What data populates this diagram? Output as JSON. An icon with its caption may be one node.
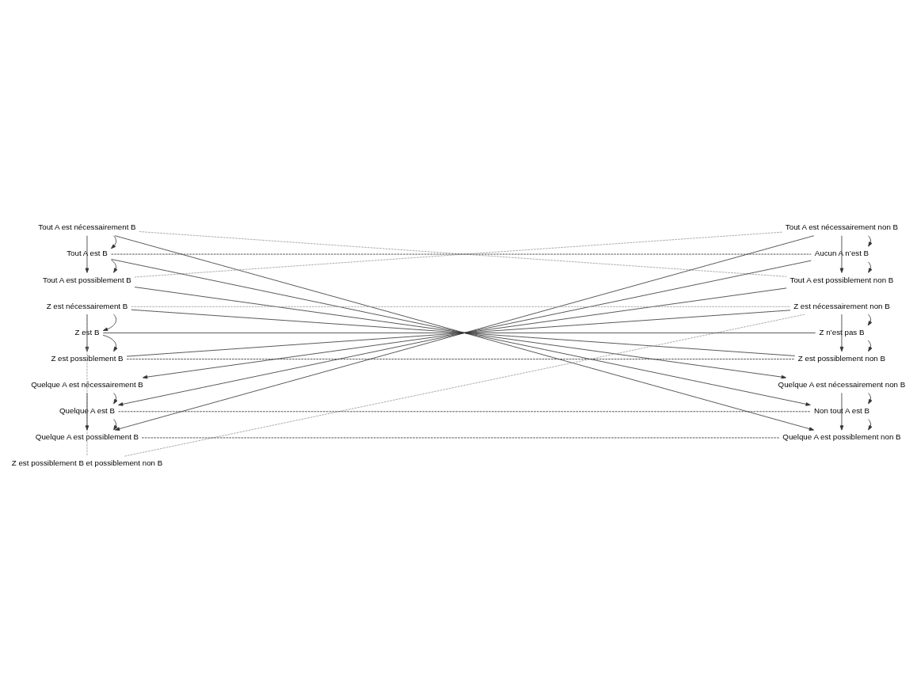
{
  "diagram": {
    "nodes": [
      {
        "text": [
          "Tout A est nécessairement B"
        ]
      },
      {
        "text": [
          "Tout A est nécessairement non B"
        ]
      },
      {
        "text": [
          "Tout A est B"
        ]
      },
      {
        "text": [
          "Aucun A n’est B"
        ]
      },
      {
        "text": [
          "Tout A est possiblement B"
        ]
      },
      {
        "text": [
          "Tout A est possiblement non B"
        ]
      },
      {
        "text": [
          "Z est nécessairement B"
        ]
      },
      {
        "text": [
          "Z est nécessairement non B"
        ]
      },
      {
        "text": [
          "Z est B"
        ]
      },
      {
        "text": [
          "Z n’est pas B"
        ]
      },
      {
        "text": [
          "Z est possiblement B"
        ]
      },
      {
        "text": [
          "Z est possiblement non B"
        ]
      },
      {
        "text": [
          "Quelque A est nécessairement B"
        ]
      },
      {
        "text": [
          "Quelque A est nécessairement non B"
        ]
      },
      {
        "text": [
          "Quelque A est B"
        ]
      },
      {
        "text": [
          "Non tout A est B"
        ]
      },
      {
        "text": [
          "Quelque A est possiblement B"
        ]
      },
      {
        "text": [
          "Quelque A est possiblement non B"
        ]
      },
      {
        "text": [
          "Z est possiblement B et possiblement non B"
        ]
      }
    ],
    "edges": [
      {
        "from": 0,
        "to": 2,
        "arrow": "to"
      },
      {
        "from": 0,
        "to": 4,
        "arrow": "to"
      },
      {
        "from": 2,
        "to": 4,
        "arrow": "to"
      },
      {
        "from": 1,
        "to": 3,
        "arrow": "to"
      },
      {
        "from": 1,
        "to": 5,
        "arrow": "to"
      },
      {
        "from": 3,
        "to": 5,
        "arrow": "to"
      },
      {
        "from": 2,
        "to": 3,
        "arrow": "none",
        "style": "dashed"
      },
      {
        "from": 0,
        "to": 5,
        "arrow": "none",
        "style": "dashed",
        "color": "#9a9a9a"
      },
      {
        "from": 1,
        "to": 4,
        "arrow": "none",
        "style": "dashed",
        "color": "#9a9a9a"
      },
      {
        "from": 6,
        "to": 8,
        "arrow": "to"
      },
      {
        "from": 6,
        "to": 10,
        "arrow": "to"
      },
      {
        "from": 8,
        "to": 10,
        "arrow": "to"
      },
      {
        "from": 7,
        "to": 9,
        "arrow": "to"
      },
      {
        "from": 7,
        "to": 11,
        "arrow": "to"
      },
      {
        "from": 9,
        "to": 11,
        "arrow": "to"
      },
      {
        "from": 6,
        "to": 7,
        "arrow": "none",
        "style": "dashed",
        "color": "#9a9a9a"
      },
      {
        "from": 8,
        "to": 9,
        "arrow": "none"
      },
      {
        "from": 10,
        "to": 11,
        "arrow": "none",
        "style": "dashed"
      },
      {
        "from": 6,
        "to": 11,
        "arrow": "none"
      },
      {
        "from": 7,
        "to": 10,
        "arrow": "none"
      },
      {
        "from": 12,
        "to": 14,
        "arrow": "to"
      },
      {
        "from": 12,
        "to": 16,
        "arrow": "to"
      },
      {
        "from": 14,
        "to": 16,
        "arrow": "to"
      },
      {
        "from": 13,
        "to": 15,
        "arrow": "to"
      },
      {
        "from": 13,
        "to": 17,
        "arrow": "to"
      },
      {
        "from": 15,
        "to": 17,
        "arrow": "to"
      },
      {
        "from": 14,
        "to": 15,
        "arrow": "none",
        "style": "dashed"
      },
      {
        "from": 16,
        "to": 17,
        "arrow": "none",
        "style": "dashed"
      },
      {
        "from": 0,
        "to": 17,
        "arrow": "to"
      },
      {
        "from": 1,
        "to": 16,
        "arrow": "to"
      },
      {
        "from": 2,
        "to": 15,
        "arrow": "to"
      },
      {
        "from": 3,
        "to": 14,
        "arrow": "to"
      },
      {
        "from": 4,
        "to": 13,
        "arrow": "to"
      },
      {
        "from": 5,
        "to": 12,
        "arrow": "to"
      },
      {
        "from": 6,
        "to": 18,
        "arrow": "none",
        "style": "dashed",
        "color": "#9a9a9a"
      },
      {
        "from": 7,
        "to": 18,
        "arrow": "none",
        "style": "dashed",
        "color": "#9a9a9a"
      }
    ]
  }
}
